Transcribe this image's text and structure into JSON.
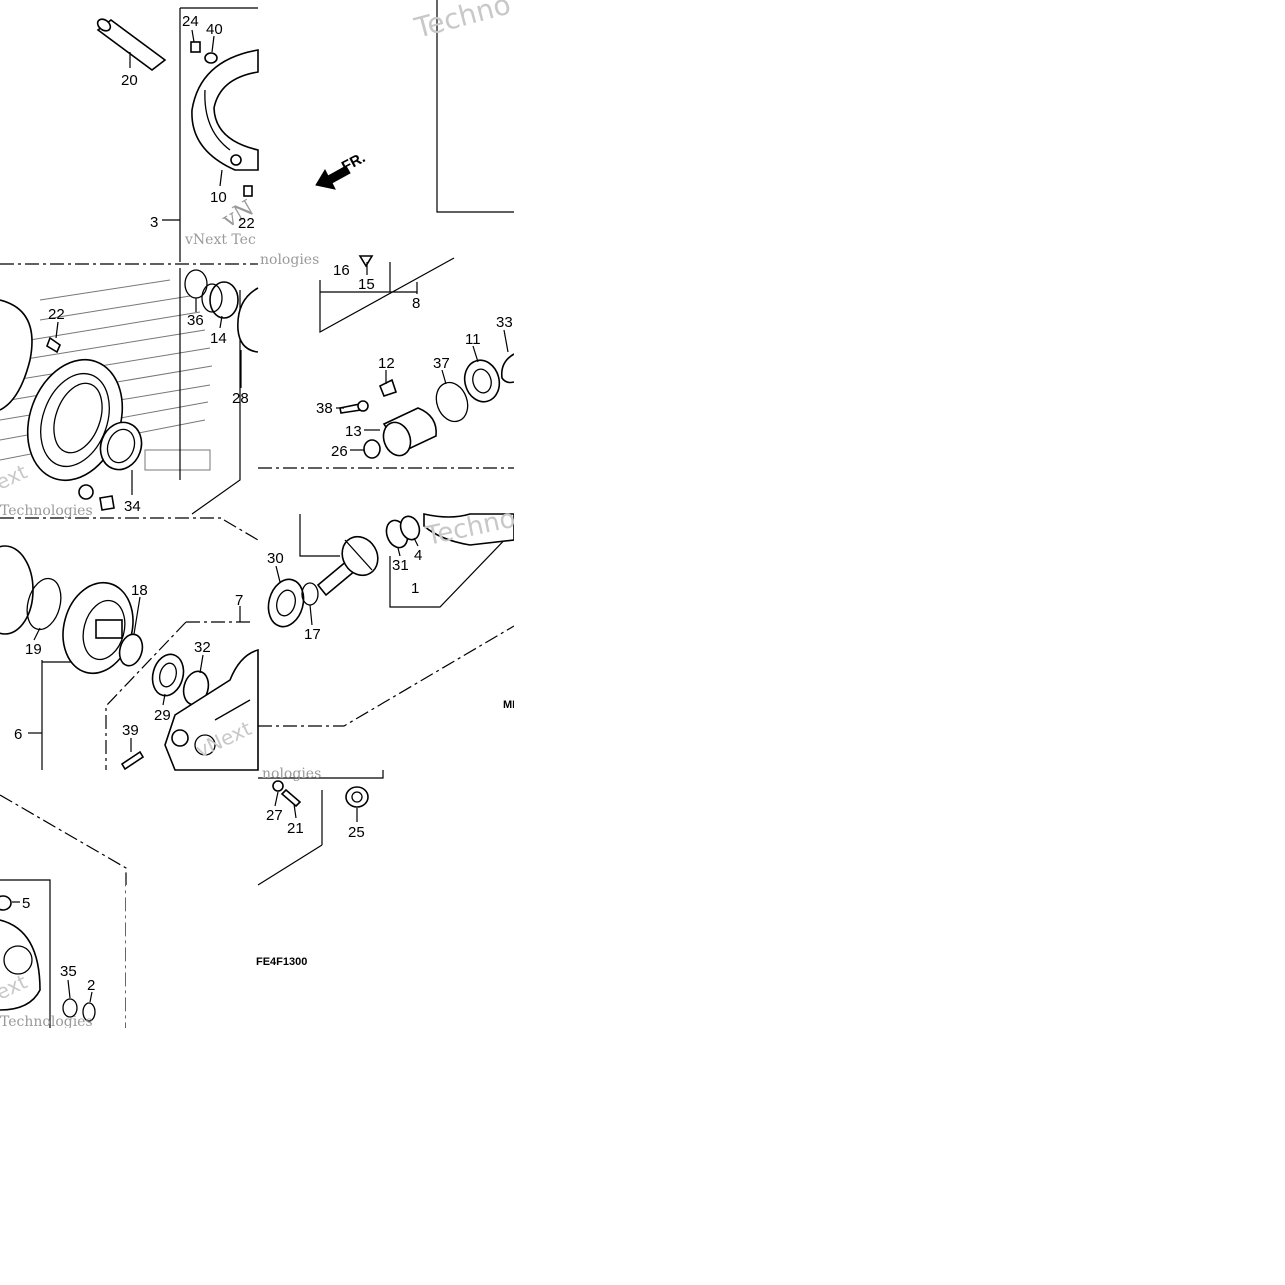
{
  "diagram": {
    "drawing_code": "FE4F1300",
    "partial_code": "MI",
    "direction_label": "FR.",
    "callouts": {
      "c1": "1",
      "c2": "2",
      "c3": "3",
      "c4": "4",
      "c5": "5",
      "c6": "6",
      "c7": "7",
      "c8": "8",
      "c10": "10",
      "c11": "11",
      "c12": "12",
      "c13": "13",
      "c14": "14",
      "c15": "15",
      "c16": "16",
      "c17": "17",
      "c18": "18",
      "c19": "19",
      "c20": "20",
      "c21": "21",
      "c22": "22",
      "c22b": "22",
      "c24": "24",
      "c25": "25",
      "c26": "26",
      "c27": "27",
      "c28": "28",
      "c29": "29",
      "c30": "30",
      "c31": "31",
      "c32": "32",
      "c33": "33",
      "c34": "34",
      "c35": "35",
      "c36": "36",
      "c37": "37",
      "c38": "38",
      "c39": "39",
      "c40": "40"
    },
    "watermarks": {
      "vnext": "vNext",
      "vnext_tech": "vNext Tec",
      "tech_top": "Techno",
      "tech_mid": "Techno",
      "nologies1": "nologies",
      "nologies2": "nologies",
      "technologies1": "Technologies",
      "technologies2": "Technologies",
      "ext": "ext",
      "vn": "vN"
    }
  }
}
